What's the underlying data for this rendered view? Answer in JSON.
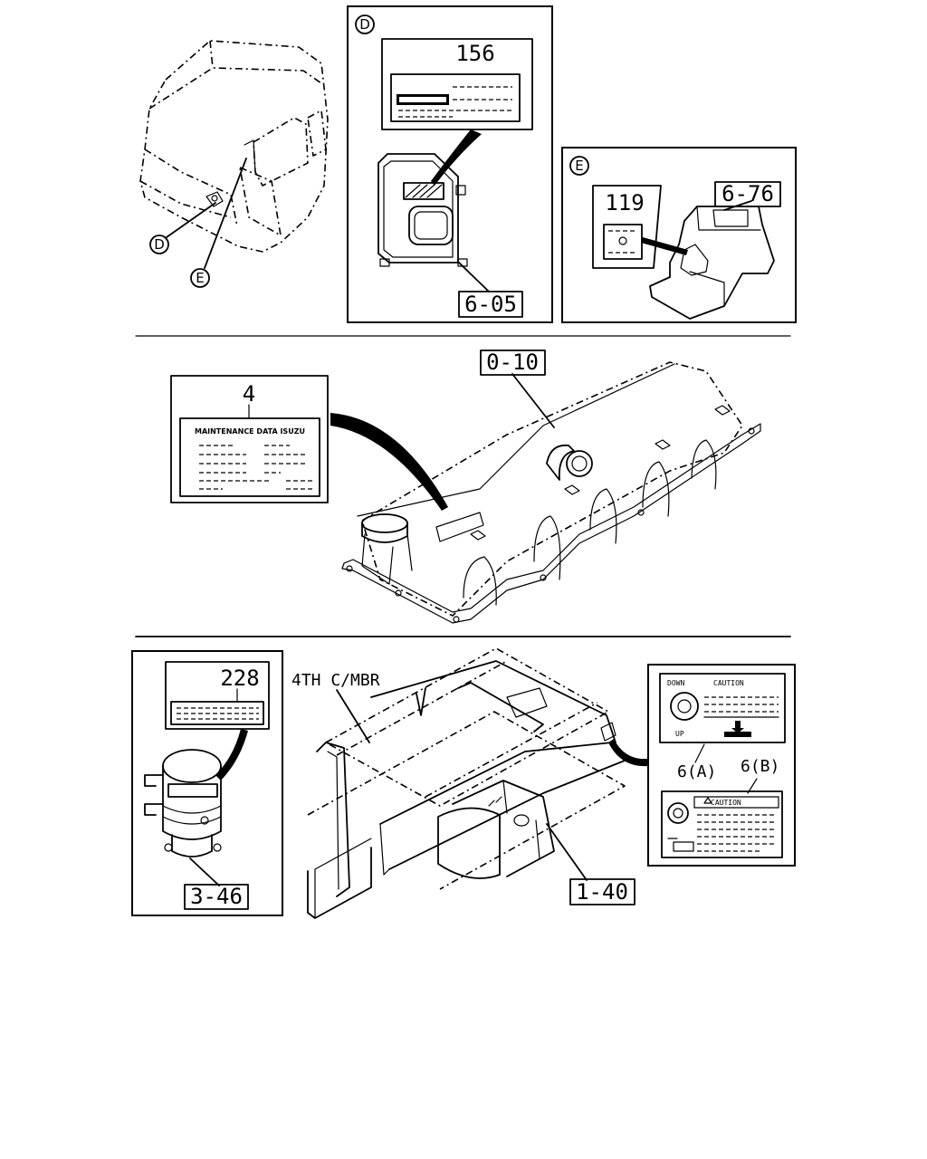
{
  "views": {
    "cab": {
      "callout_d": "D",
      "callout_e": "E"
    },
    "detail_d": {
      "marker": "D",
      "label_part": "156",
      "ref": "6-05"
    },
    "detail_e": {
      "marker": "E",
      "label_part": "119",
      "ref": "6-76"
    },
    "engine": {
      "ref": "0-10",
      "label_part": "4",
      "label_title": "MAINTENANCE DATA ISUZU"
    },
    "tank_detail": {
      "label_part": "228",
      "ref": "3-46"
    },
    "chassis": {
      "crossmember": "4TH C/MBR",
      "ref": "1-40",
      "label_a": "6(A)",
      "label_b": "6(B)",
      "down_text": "DOWN",
      "caution_text": "CAUTION",
      "up_text": "UP",
      "caution_b_text": "CAUTION"
    }
  }
}
